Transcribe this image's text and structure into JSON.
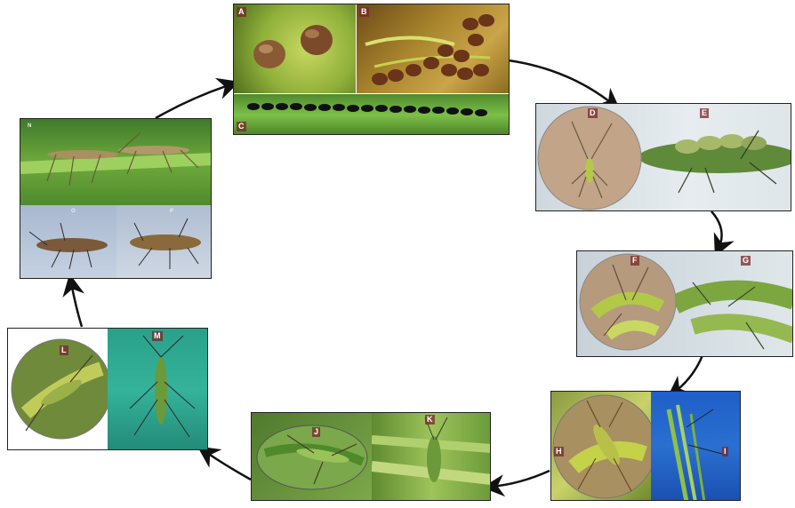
{
  "figure": {
    "labels": {
      "A": "A",
      "B": "B",
      "C": "C",
      "D": "D",
      "E": "E",
      "F": "F",
      "G": "G",
      "H": "H",
      "I": "I",
      "J": "J",
      "K": "K",
      "L": "L",
      "M": "M",
      "N": "N",
      "O": "O",
      "P": "P"
    }
  },
  "colors": {
    "arrow": "#111111",
    "leaf_green": "#6fae3c",
    "egg_brown": "#7a4a2a",
    "sky_blue": "#2a6fd0"
  }
}
